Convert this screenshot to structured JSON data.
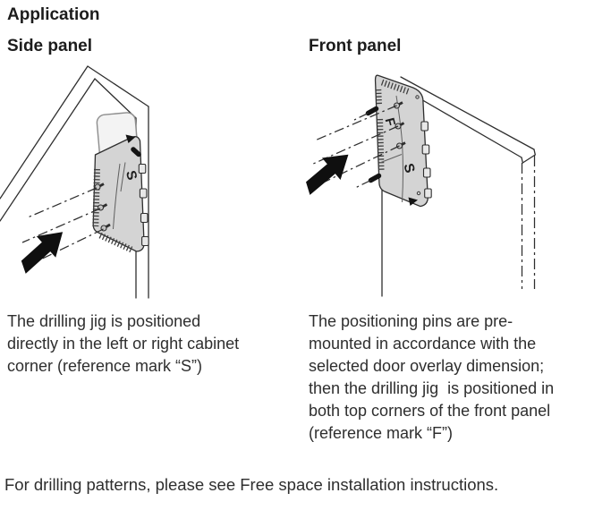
{
  "page": {
    "title": "Application",
    "footer": "For drilling patterns, please see Free space installation instructions."
  },
  "panels": {
    "side": {
      "heading": "Side panel",
      "desc_lines": [
        "The drilling jig is positioned",
        "directly in the left or right cabinet",
        "corner (reference mark “S”)"
      ],
      "mark_s": "S"
    },
    "front": {
      "heading": "Front panel",
      "desc_lines": [
        "The positioning pins are pre-",
        "mounted in accordance with the",
        "selected door overlay dimension;",
        "then the drilling jig  is positioned in",
        "both top corners of the front panel",
        "(reference mark “F”)"
      ],
      "mark_f": "F",
      "mark_s": "S"
    }
  },
  "icons": {
    "side_arrow": "insertion-direction-arrow",
    "front_arrow": "insertion-direction-arrow"
  },
  "colors": {
    "line": "#2e2e2e",
    "plate_fill": "#d4d4d4",
    "flap_fill": "#f2f2f2",
    "notch_fill": "#e8e8e8",
    "arrow_black": "#0f0f0f",
    "text": "#262626",
    "background": "#ffffff"
  }
}
